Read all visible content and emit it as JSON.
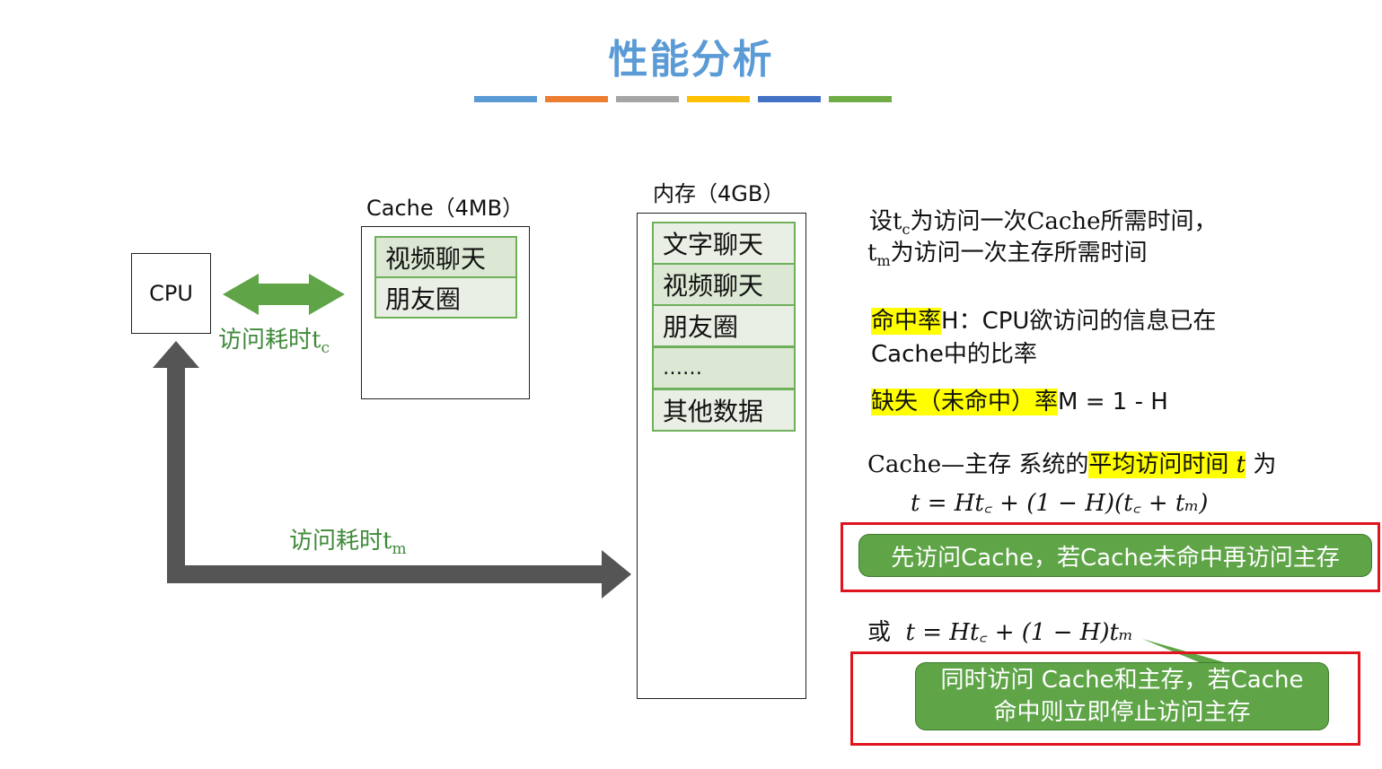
{
  "title": "性能分析",
  "title_bar_colors": [
    "#5b9bd5",
    "#ed7d31",
    "#a5a5a5",
    "#ffc000",
    "#4472c4",
    "#70ad47"
  ],
  "cpu": {
    "label": "CPU"
  },
  "cache": {
    "caption": "Cache（4MB）",
    "items": [
      "视频聊天",
      "朋友圈"
    ]
  },
  "memory": {
    "caption": "内存（4GB）",
    "items": [
      "文字聊天",
      "视频聊天",
      "朋友圈",
      "……",
      "其他数据"
    ]
  },
  "arrow_labels": {
    "cache_access": {
      "text": "访问耗时",
      "sub": "c"
    },
    "memory_access": {
      "text": "访问耗时",
      "sub": "m"
    }
  },
  "defs": {
    "line1": {
      "a": "设",
      "b": "t",
      "c": "c",
      "d": "为访问一次Cache所需时间，"
    },
    "line2": {
      "a": "t",
      "b": "m",
      "c": "为访问一次主存所需时间"
    }
  },
  "hit_rate": {
    "term": "命中率",
    "rest": "H：CPU欲访问的信息已在",
    "line2": "Cache中的比率"
  },
  "miss_rate": {
    "term": "缺失（未命中）率",
    "rest": "M = 1 - H"
  },
  "avg": {
    "prefix": "Cache—主存 系统的",
    "term": "平均访问时间 ",
    "var": "t",
    "suffix": " 为"
  },
  "formula1": "t = Ht꜀ + (1 − H)(t꜀ + tₘ)",
  "note1": "先访问Cache，若Cache未命中再访问主存",
  "formula2": {
    "or": "或",
    "expr": "t = Ht꜀ + (1 − H)tₘ"
  },
  "note2": {
    "line1": "同时访问 Cache和主存，若Cache",
    "line2": "命中则立即停止访问主存"
  },
  "colors": {
    "title": "#5b9bd5",
    "cell_fill": "#dce8d3",
    "cell_border": "#6fb05a",
    "double_arrow": "#5fa548",
    "gray_arrow": "#555555",
    "highlight": "#ffff00",
    "note_fill": "#5fa548",
    "red_frame": "#e0141e"
  }
}
